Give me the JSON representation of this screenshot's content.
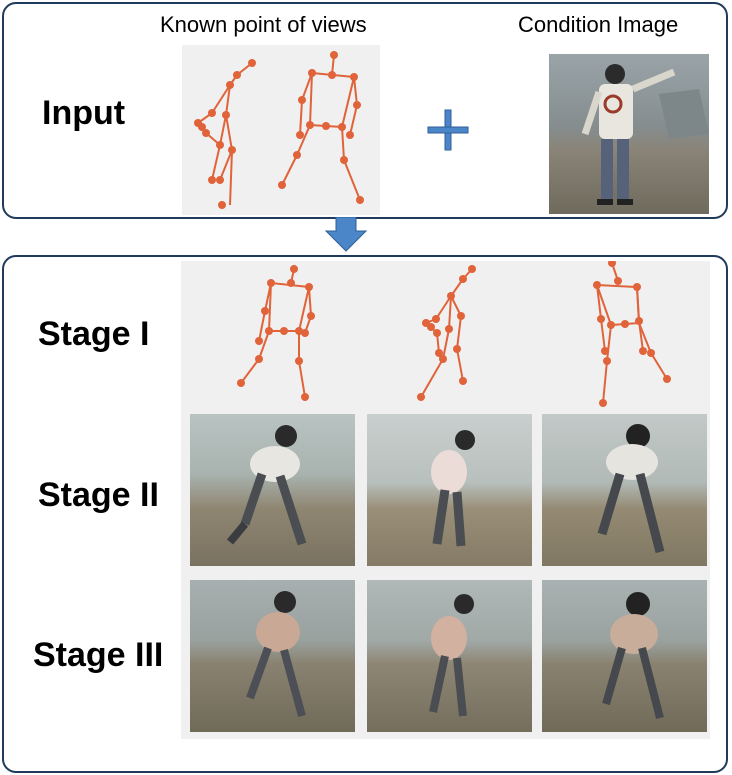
{
  "input": {
    "label": "Input",
    "known_views_caption": "Known point of views",
    "condition_caption": "Condition Image",
    "plus": "+"
  },
  "stages": {
    "stage1": "Stage I",
    "stage2": "Stage II",
    "stage3": "Stage III"
  },
  "colors": {
    "skeleton": "#e0633a",
    "border": "#1f3a5a",
    "arrow": "#4a86c8",
    "plus": "#4a86c8"
  }
}
